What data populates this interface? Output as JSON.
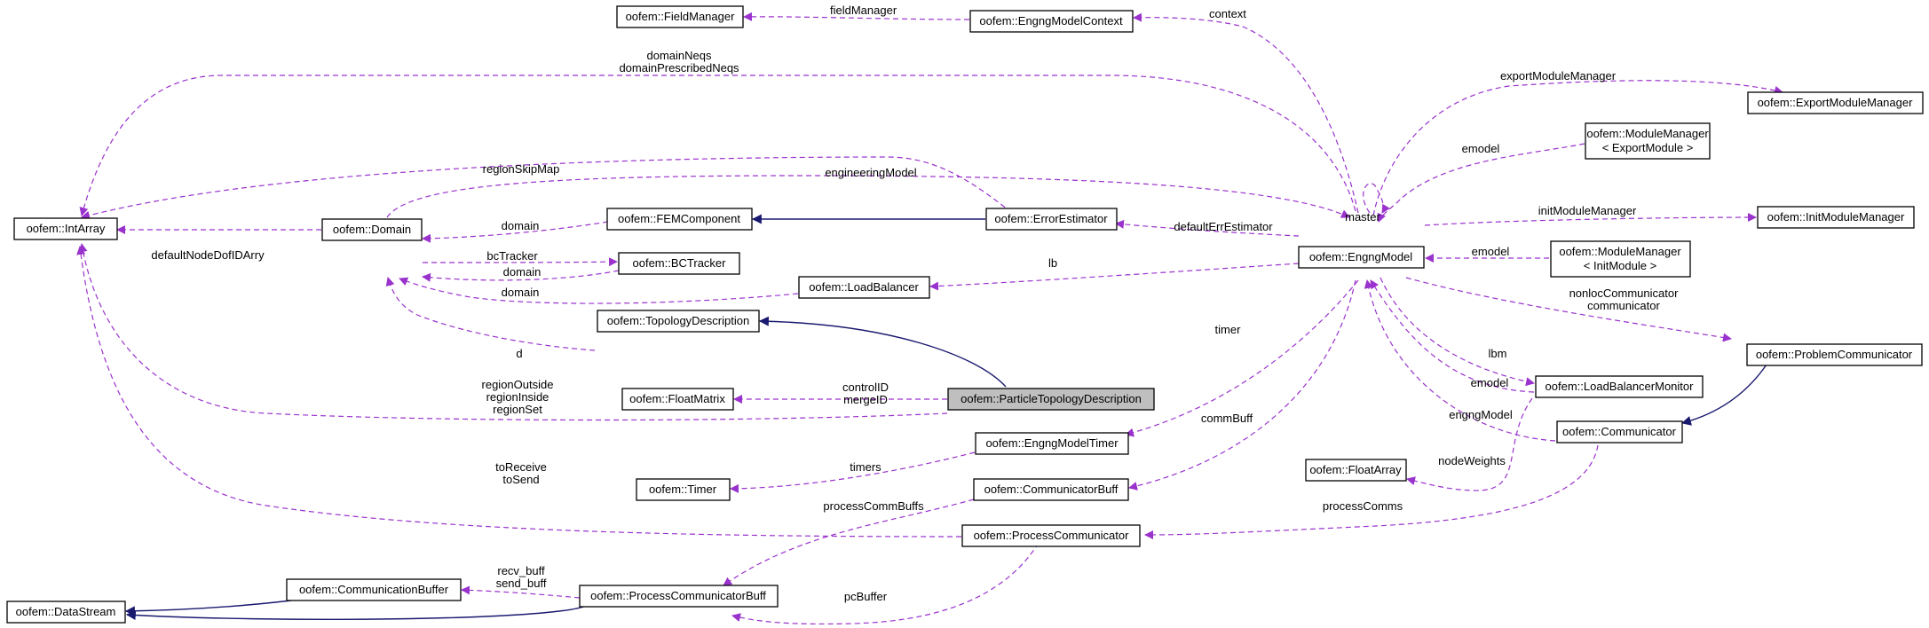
{
  "nodes": {
    "fieldManager": "oofem::FieldManager",
    "engngModelContext": "oofem::EngngModelContext",
    "exportModuleManager": "oofem::ExportModuleManager",
    "moduleManagerExport": [
      "oofem::ModuleManager",
      "< ExportModule >"
    ],
    "intArray": "oofem::IntArray",
    "femComponent": "oofem::FEMComponent",
    "errorEstimator": "oofem::ErrorEstimator",
    "initModuleManager": "oofem::InitModuleManager",
    "domain": "oofem::Domain",
    "bcTracker": "oofem::BCTracker",
    "engngModel": "oofem::EngngModel",
    "moduleManagerInit": [
      "oofem::ModuleManager",
      "< InitModule >"
    ],
    "loadBalancer": "oofem::LoadBalancer",
    "topologyDescription": "oofem::TopologyDescription",
    "problemCommunicator": "oofem::ProblemCommunicator",
    "floatMatrix": "oofem::FloatMatrix",
    "particleTopologyDescription": "oofem::ParticleTopologyDescription",
    "loadBalancerMonitor": "oofem::LoadBalancerMonitor",
    "communicator": "oofem::Communicator",
    "engngModelTimer": "oofem::EngngModelTimer",
    "floatArray": "oofem::FloatArray",
    "timer": "oofem::Timer",
    "communicatorBuff": "oofem::CommunicatorBuff",
    "processCommunicator": "oofem::ProcessCommunicator",
    "communicationBuffer": "oofem::CommunicationBuffer",
    "dataStream": "oofem::DataStream",
    "processCommunicatorBuff": "oofem::ProcessCommunicatorBuff"
  },
  "edge_labels": {
    "fieldManager": "fieldManager",
    "context": "context",
    "domainNeqs": [
      "domainNeqs",
      "domainPrescribedNeqs"
    ],
    "exportModuleManager": "exportModuleManager",
    "emodelExport": "emodel",
    "regionSkipMap": "regionSkipMap",
    "engineeringModel": "engineeringModel",
    "master": "master",
    "domainFem": "domain",
    "defaultNodeDofIDArry": "defaultNodeDofIDArry",
    "bcTracker": "bcTracker",
    "domainBc": "domain",
    "defaultErrEstimator": "defaultErrEstimator",
    "initModuleManager": "initModuleManager",
    "emodelInit": "emodel",
    "lb": "lb",
    "domainLb": "domain",
    "nonlocCommunicator": [
      "nonlocCommunicator",
      "communicator"
    ],
    "timer": "timer",
    "d": "d",
    "lbm": "lbm",
    "controlID": [
      "controlID",
      "mergeID"
    ],
    "regionOutside": [
      "regionOutside",
      "regionInside",
      "regionSet"
    ],
    "emodelLbm": "emodel",
    "commBuff": "commBuff",
    "engngModel": "engngModel",
    "toReceive": [
      "toReceive",
      "toSend"
    ],
    "timers": "timers",
    "nodeWeights": "nodeWeights",
    "processCommBuffs": "processCommBuffs",
    "processComms": "processComms",
    "recvBuff": [
      "recv_buff",
      "send_buff"
    ],
    "pcBuffer": "pcBuffer"
  }
}
